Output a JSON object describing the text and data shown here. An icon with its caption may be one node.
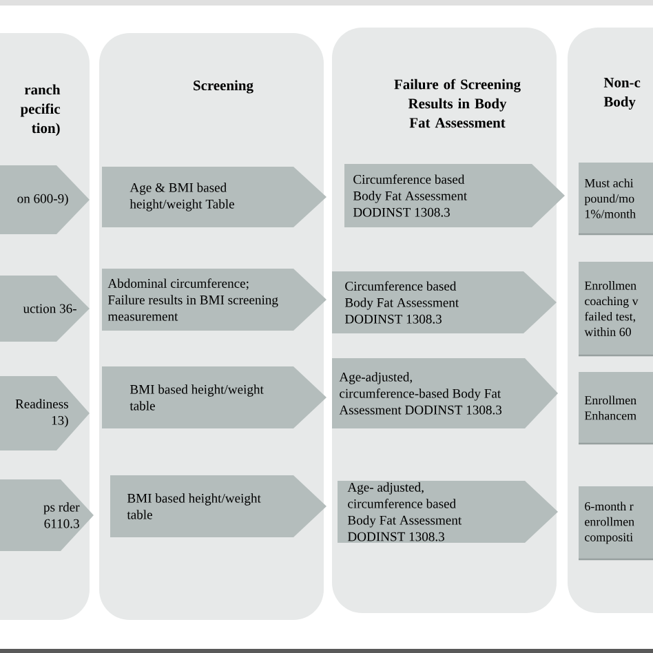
{
  "diagram": {
    "nodes": [
      {
        "text": [
          "ranch pecific tion)"
        ]
      },
      {
        "text": [
          "on 600-9)"
        ],
        "in": 0
      },
      {
        "text": [
          "uction 36-"
        ],
        "in": 0
      },
      {
        "text": [
          "Readiness 13)"
        ],
        "in": 0
      },
      {
        "text": [
          "ps rder 6110.3"
        ],
        "in": 0
      },
      {
        "text": [
          "Screening"
        ]
      },
      {
        "text": [
          "Age & BMI based height/weight Table"
        ],
        "in": 5
      },
      {
        "text": [
          "Abdominal circumference; Failure results in BMI screening measurement"
        ],
        "in": 5
      },
      {
        "text": [
          "BMI based height/weight table"
        ],
        "in": 5
      },
      {
        "text": [
          "BMI based height/weight table"
        ],
        "in": 5
      },
      {
        "text": [
          "Failure of Screening Results in Body Fat Assessment"
        ]
      },
      {
        "text": [
          "Circumference based Body Fat Assessment DODINST 1308.3"
        ],
        "in": 10
      },
      {
        "text": [
          "Circumference based Body Fat Assessment DODINST 1308.3"
        ],
        "in": 10
      },
      {
        "text": [
          "Age-adjusted, circumference-based Body Fat Assessment DODINST 1308.3"
        ],
        "in": 10
      },
      {
        "text": [
          "Age- adjusted, circumference based Body Fat Assessment DODINST 1308.3"
        ],
        "in": 10
      },
      {
        "text": [
          "Non-c Body"
        ]
      },
      {
        "text": [
          "Must achi pound/mo 1%/month"
        ],
        "in": 15
      },
      {
        "text": [
          "Enrollmen coaching v failed test, within 60"
        ],
        "in": 15
      },
      {
        "text": [
          "Enrollmen Enhancem"
        ],
        "in": 15
      },
      {
        "text": [
          "6-month r enrollmen compositi"
        ],
        "in": 15
      }
    ]
  }
}
